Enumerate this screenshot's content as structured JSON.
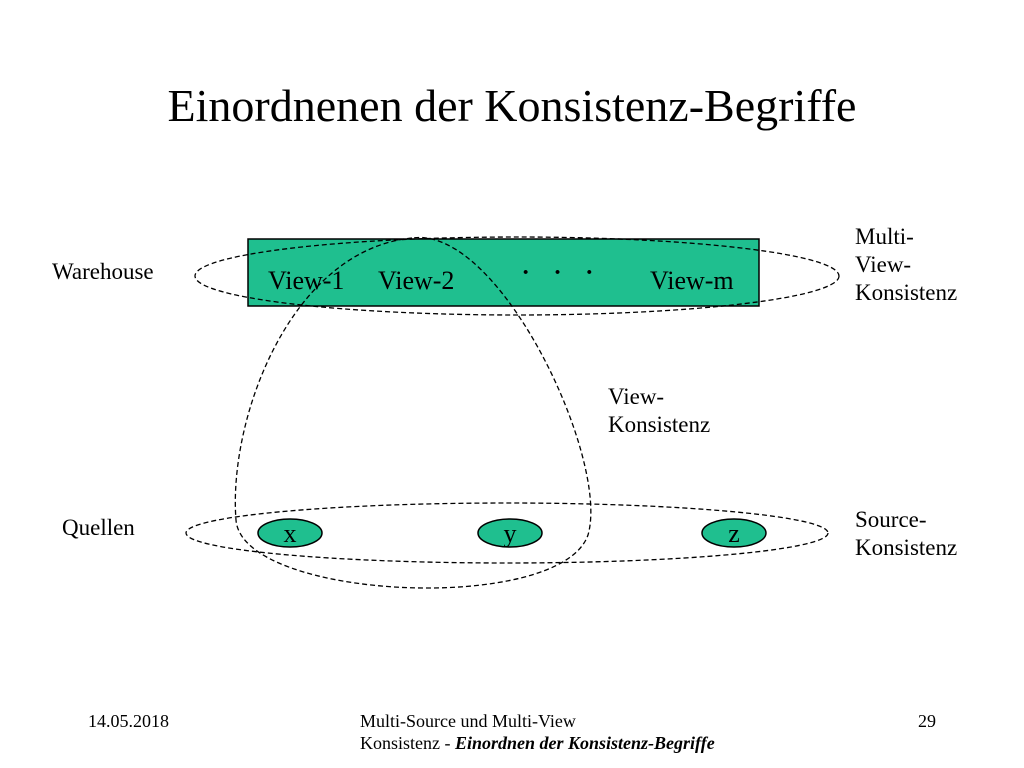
{
  "title": "Einordnenen der Konsistenz-Begriffe",
  "diagram": {
    "warehouse_label": "Warehouse",
    "quellen_label": "Quellen",
    "views": [
      "View-1",
      "View-2",
      "View-m"
    ],
    "ellipsis": "· · ·",
    "nodes": [
      "x",
      "y",
      "z"
    ],
    "multi_view_label": [
      "Multi-",
      "View-",
      "Konsistenz"
    ],
    "view_konsistenz_label": [
      "View-",
      "Konsistenz"
    ],
    "source_konsistenz_label": [
      "Source-",
      "Konsistenz"
    ],
    "colors": {
      "node_fill": "#1fbf8f",
      "stroke": "#000000"
    }
  },
  "footer": {
    "date": "14.05.2018",
    "title_line1": "Multi-Source und Multi-View",
    "title_line2_plain": "Konsistenz - ",
    "title_line2_emph": "Einordnen der Konsistenz-Begriffe",
    "page_number": "29"
  }
}
